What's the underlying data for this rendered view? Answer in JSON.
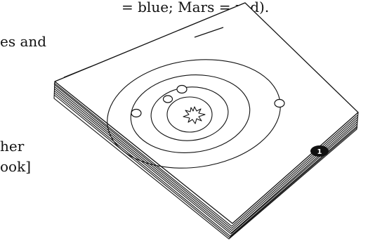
{
  "text_fragments": {
    "line1": "= blue; Mars = red).",
    "line2": "es and",
    "line3": "her",
    "line4": "ook]"
  },
  "sheet_badge": "1"
}
